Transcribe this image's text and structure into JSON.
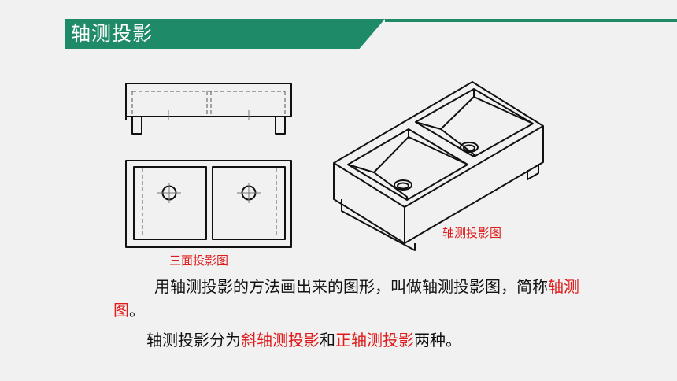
{
  "header": {
    "title": "轴测投影"
  },
  "captions": {
    "three_view": "三面投影图",
    "axonometric": "轴测投影图"
  },
  "paragraph1": {
    "text_a": "用轴测投影的方法画出来的图形，叫做轴测投影图，简称",
    "highlight": "轴测图",
    "text_b": "。"
  },
  "paragraph2": {
    "text_a": "轴测投影分为",
    "highlight_1": "斜轴测投影",
    "text_b": "和",
    "highlight_2": "正轴测投影",
    "text_c": "两种。"
  },
  "colors": {
    "accent": "#1e8a67",
    "highlight": "#e01b1b"
  }
}
